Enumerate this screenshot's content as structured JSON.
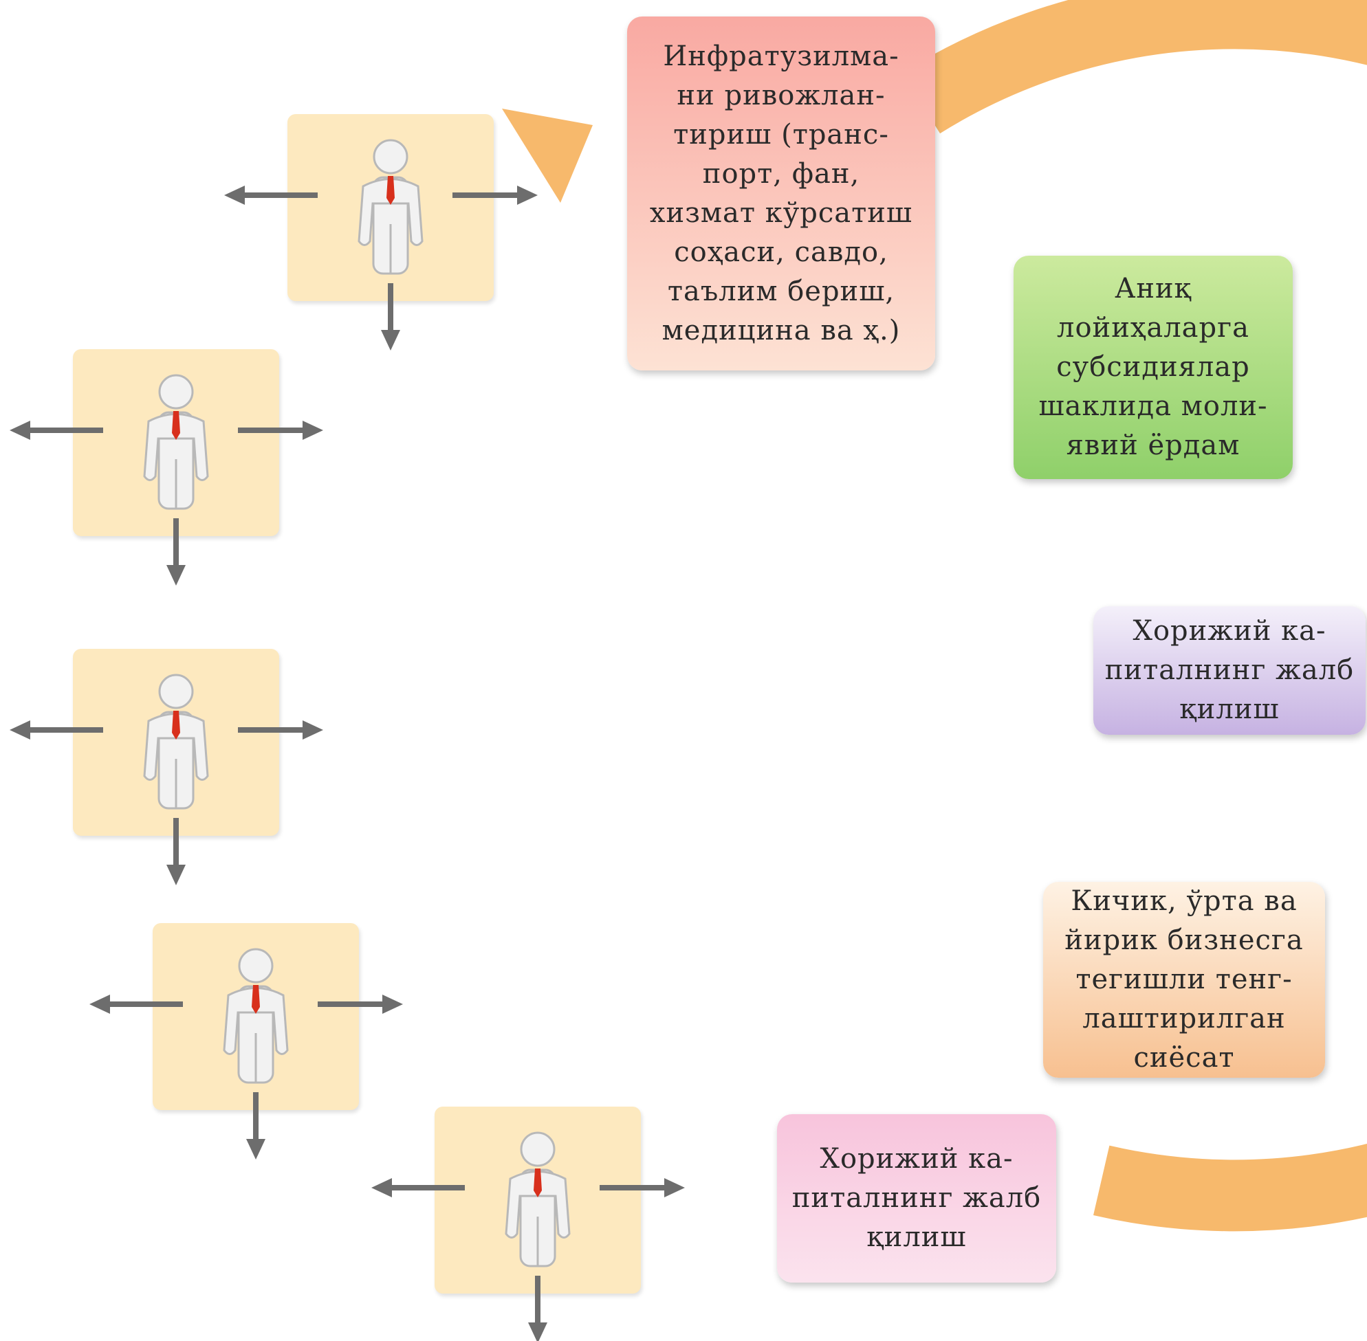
{
  "colors": {
    "ring": "#f7b96c",
    "tile": "#fde9bf",
    "arrow": "#6d6d6d",
    "tie": "#d8301c",
    "person_fill": "#f2f2f2",
    "person_stroke": "#b8b8b8"
  },
  "boxes": [
    {
      "id": "infra",
      "text": "Инфратузилма-\nни ривожлан-\nтириш (транс-\nпорт, фан,\nхизмат кўрсатиш\nсоҳаси, савдо,\nтаълим бериш,\nмедицина ва ҳ.)",
      "gradient_top": "#f9a9a2",
      "gradient_bottom": "#fde2d4"
    },
    {
      "id": "grants",
      "text": "Аниқ\nлойиҳаларга\nсубсидиялар\nшаклида моли-\nявий ёрдам",
      "gradient_top": "#ccea9e",
      "gradient_bottom": "#8fd06a"
    },
    {
      "id": "foreign1",
      "text": "Хорижий ка-\nпиталнинг жалб\nқилиш",
      "gradient_top": "#f4f0fa",
      "gradient_bottom": "#c6b2e2"
    },
    {
      "id": "policy",
      "text": "Кичик, ўрта ва\nйирик бизнесга\nтегишли тенг-\nлаштирилган\nсиёсат",
      "gradient_top": "#fef2e4",
      "gradient_bottom": "#f7c090"
    },
    {
      "id": "foreign2",
      "text": "Хорижий ка-\nпиталнинг жалб\nқилиш",
      "gradient_top": "#f8c4dc",
      "gradient_bottom": "#fbe3ee"
    }
  ],
  "people": [
    {
      "id": "person-1",
      "arrows": [
        "left",
        "right",
        "down"
      ]
    },
    {
      "id": "person-2",
      "arrows": [
        "left",
        "right",
        "down"
      ]
    },
    {
      "id": "person-3",
      "arrows": [
        "left",
        "right",
        "down"
      ]
    },
    {
      "id": "person-4",
      "arrows": [
        "left",
        "right",
        "down"
      ]
    },
    {
      "id": "person-5",
      "arrows": [
        "left",
        "right",
        "down"
      ]
    }
  ]
}
